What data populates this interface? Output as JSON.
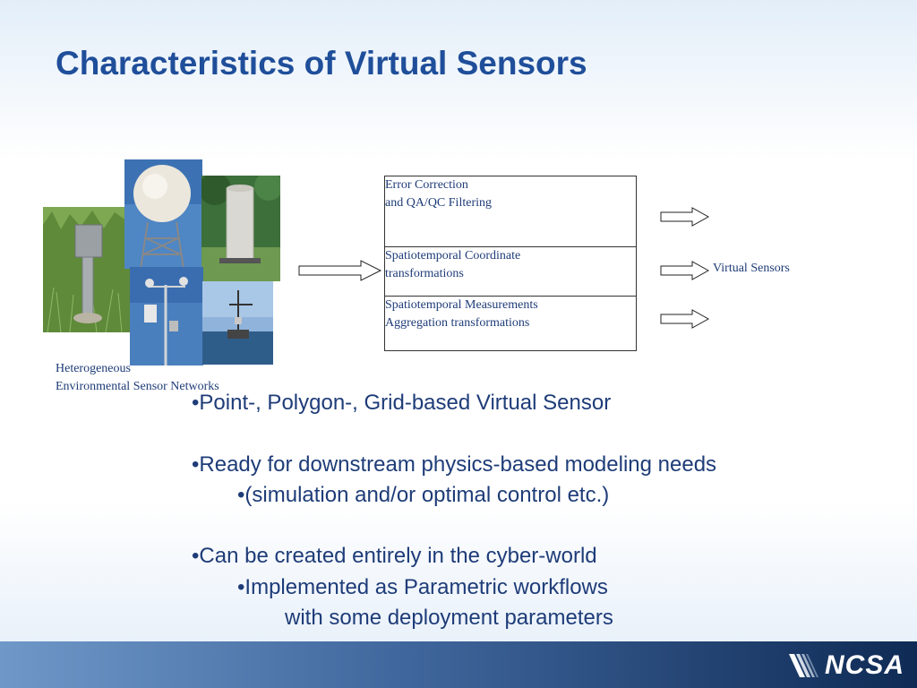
{
  "slide": {
    "title": "Characteristics of Virtual Sensors",
    "network_caption": [
      "Heterogeneous",
      "Environmental Sensor Networks"
    ],
    "process_steps": [
      {
        "lines": [
          "Error Correction",
          "and QA/QC Filtering"
        ]
      },
      {
        "lines": [
          "Spatiotemporal Coordinate",
          "transformations"
        ]
      },
      {
        "lines": [
          "Spatiotemporal Measurements",
          "Aggregation transformations"
        ]
      }
    ],
    "output_label": "Virtual Sensors",
    "bullets": [
      "•Point-, Polygon-, Grid-based Virtual Sensor",
      "•Ready for downstream physics-based modeling needs",
      "•(simulation and/or optimal control etc.)",
      "•Can be created entirely in the cyber-world",
      "•Implemented as Parametric workflows",
      "with some deployment parameters"
    ],
    "footer": {
      "logo_text": "NCSA"
    }
  },
  "colors": {
    "title": "#1f4e9a",
    "body_text": "#1e3c78",
    "footer_dark": "#0f2b55",
    "footer_light": "#6f98c8"
  }
}
